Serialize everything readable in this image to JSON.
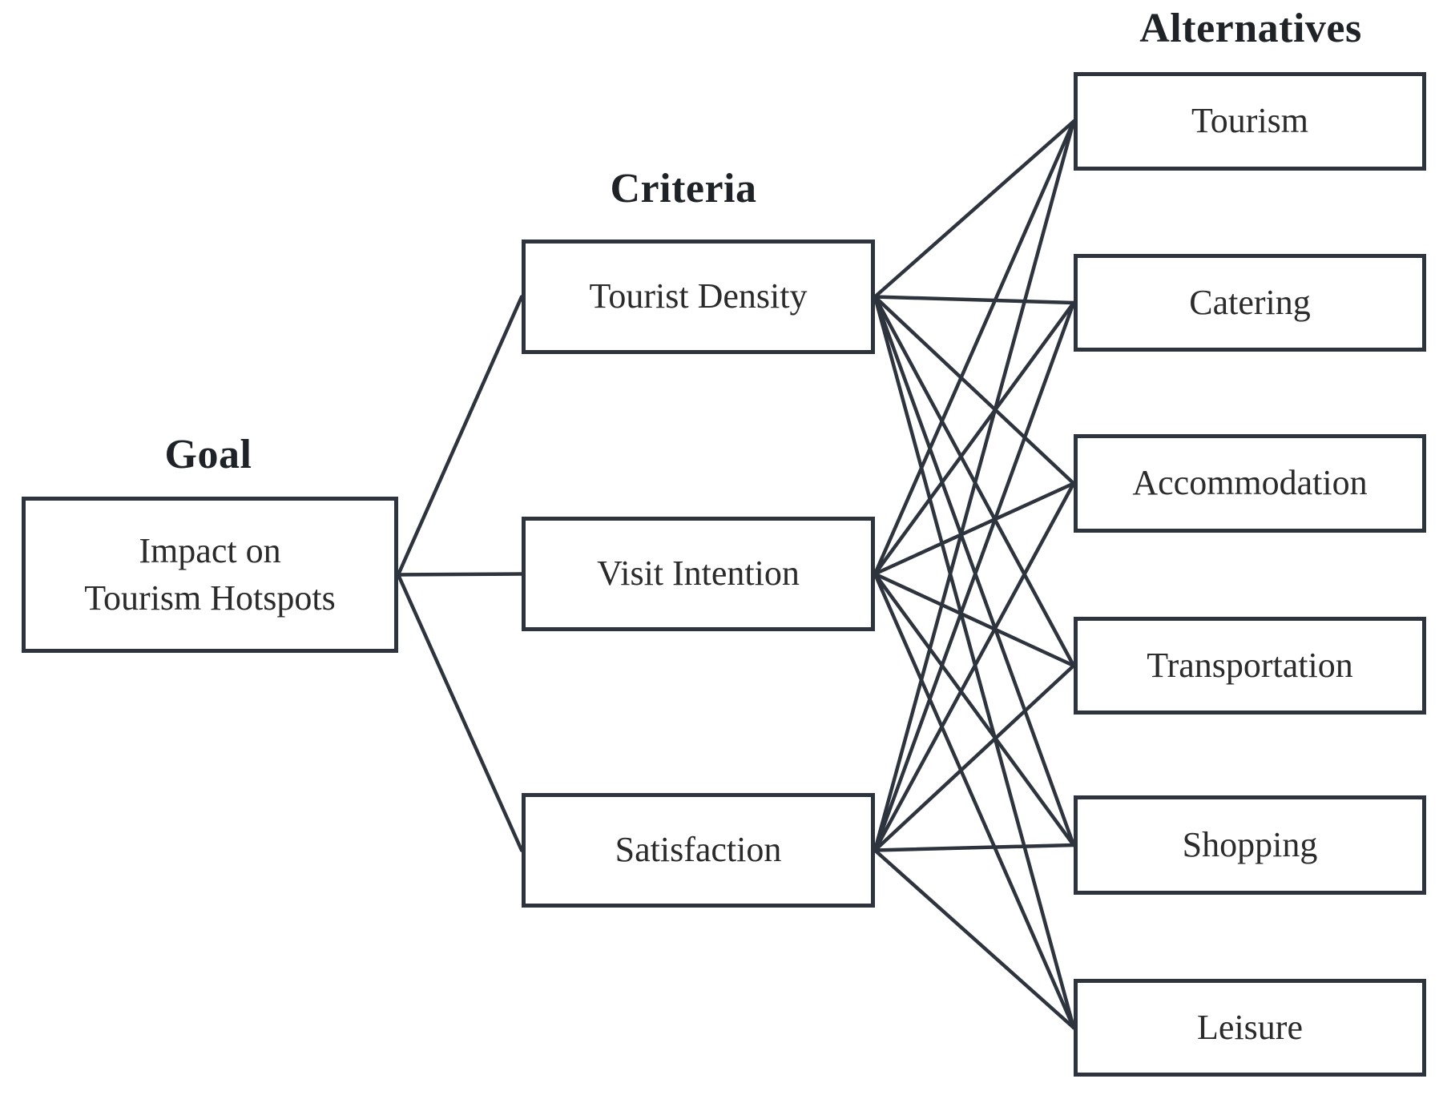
{
  "headers": {
    "goal": "Goal",
    "criteria": "Criteria",
    "alternatives": "Alternatives"
  },
  "goal": {
    "id": "goal",
    "line1": "Impact on",
    "line2": "Tourism Hotspots"
  },
  "criteria": [
    {
      "id": "tourist-density",
      "label": "Tourist Density"
    },
    {
      "id": "visit-intention",
      "label": "Visit Intention"
    },
    {
      "id": "satisfaction",
      "label": "Satisfaction"
    }
  ],
  "alternatives": [
    {
      "id": "tourism",
      "label": "Tourism"
    },
    {
      "id": "catering",
      "label": "Catering"
    },
    {
      "id": "accommodation",
      "label": "Accommodation"
    },
    {
      "id": "transportation",
      "label": "Transportation"
    },
    {
      "id": "shopping",
      "label": "Shopping"
    },
    {
      "id": "leisure",
      "label": "Leisure"
    }
  ],
  "edges": [
    {
      "from": "goal",
      "to": "tourist-density"
    },
    {
      "from": "goal",
      "to": "visit-intention"
    },
    {
      "from": "goal",
      "to": "satisfaction"
    },
    {
      "from": "tourist-density",
      "to": "tourism"
    },
    {
      "from": "tourist-density",
      "to": "catering"
    },
    {
      "from": "tourist-density",
      "to": "accommodation"
    },
    {
      "from": "tourist-density",
      "to": "transportation"
    },
    {
      "from": "tourist-density",
      "to": "shopping"
    },
    {
      "from": "tourist-density",
      "to": "leisure"
    },
    {
      "from": "visit-intention",
      "to": "tourism"
    },
    {
      "from": "visit-intention",
      "to": "catering"
    },
    {
      "from": "visit-intention",
      "to": "accommodation"
    },
    {
      "from": "visit-intention",
      "to": "transportation"
    },
    {
      "from": "visit-intention",
      "to": "shopping"
    },
    {
      "from": "visit-intention",
      "to": "leisure"
    },
    {
      "from": "satisfaction",
      "to": "tourism"
    },
    {
      "from": "satisfaction",
      "to": "catering"
    },
    {
      "from": "satisfaction",
      "to": "accommodation"
    },
    {
      "from": "satisfaction",
      "to": "transportation"
    },
    {
      "from": "satisfaction",
      "to": "shopping"
    },
    {
      "from": "satisfaction",
      "to": "leisure"
    }
  ],
  "style": {
    "line_color": "#2e343d",
    "line_width": 4.5,
    "border_color": "#2e343d",
    "text_color": "#2b2b2b"
  }
}
